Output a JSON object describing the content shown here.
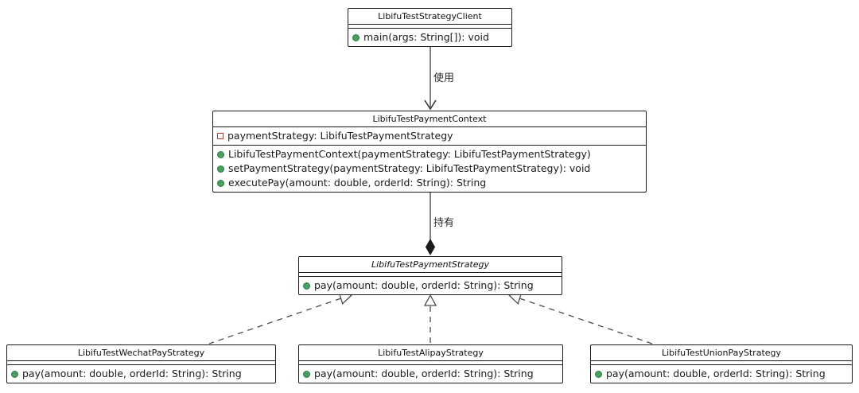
{
  "diagram": {
    "kind": "uml-class-diagram",
    "classes": {
      "client": {
        "name": "LibifuTestStrategyClient",
        "methods": [
          "main(args: String[]): void"
        ]
      },
      "context": {
        "name": "LibifuTestPaymentContext",
        "fields": [
          "paymentStrategy: LibifuTestPaymentStrategy"
        ],
        "methods": [
          "LibifuTestPaymentContext(paymentStrategy: LibifuTestPaymentStrategy)",
          "setPaymentStrategy(paymentStrategy: LibifuTestPaymentStrategy): void",
          "executePay(amount: double, orderId: String): String"
        ]
      },
      "strategy": {
        "name": "LibifuTestPaymentStrategy",
        "style": "interface-italic",
        "methods": [
          "pay(amount: double, orderId: String): String"
        ]
      },
      "wechat": {
        "name": "LibifuTestWechatPayStrategy",
        "methods": [
          "pay(amount: double, orderId: String): String"
        ]
      },
      "alipay": {
        "name": "LibifuTestAlipayStrategy",
        "methods": [
          "pay(amount: double, orderId: String): String"
        ]
      },
      "unionpay": {
        "name": "LibifuTestUnionPayStrategy",
        "methods": [
          "pay(amount: double, orderId: String): String"
        ]
      }
    },
    "relations": {
      "use_label": "使用",
      "hold_label": "持有",
      "use_type": "association-arrow",
      "hold_type": "composition-diamond",
      "impl_type": "dashed-realization-triangle"
    },
    "colors": {
      "box_border": "#1a1a1a",
      "box_background": "#ffffff",
      "connector": "#4a4a4a",
      "public_method_icon": "#45a15d",
      "private_field_icon": "#c9302c"
    }
  }
}
